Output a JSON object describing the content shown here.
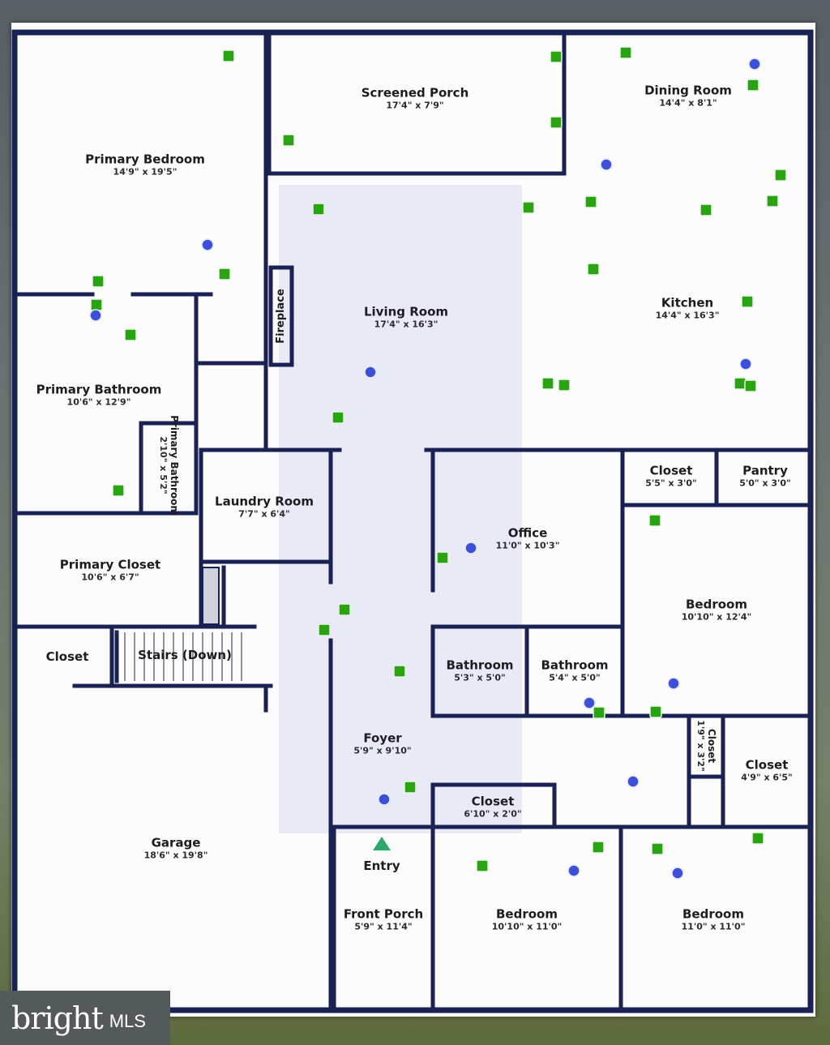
{
  "rooms": [
    {
      "id": "primary-bedroom",
      "name": "Primary Bedroom",
      "dims": "14'9\" x 19'5\""
    },
    {
      "id": "screened-porch",
      "name": "Screened Porch",
      "dims": "17'4\" x 7'9\""
    },
    {
      "id": "dining-room",
      "name": "Dining Room",
      "dims": "14'4\" x 8'1\""
    },
    {
      "id": "living-room",
      "name": "Living Room",
      "dims": "17'4\" x 16'3\""
    },
    {
      "id": "kitchen",
      "name": "Kitchen",
      "dims": "14'4\" x 16'3\""
    },
    {
      "id": "fireplace",
      "name": "Fireplace",
      "dims": ""
    },
    {
      "id": "primary-bathroom",
      "name": "Primary Bathroom",
      "dims": "10'6\" x 12'9\""
    },
    {
      "id": "primary-bathroom-small",
      "name": "Primary Bathroom",
      "dims": "2'10\" x 5'2\""
    },
    {
      "id": "laundry-room",
      "name": "Laundry Room",
      "dims": "7'7\" x 6'4\""
    },
    {
      "id": "closet-1",
      "name": "Closet",
      "dims": "5'5\" x 3'0\""
    },
    {
      "id": "pantry",
      "name": "Pantry",
      "dims": "5'0\" x 3'0\""
    },
    {
      "id": "office",
      "name": "Office",
      "dims": "11'0\" x 10'3\""
    },
    {
      "id": "primary-closet",
      "name": "Primary Closet",
      "dims": "10'6\" x 6'7\""
    },
    {
      "id": "bedroom-east",
      "name": "Bedroom",
      "dims": "10'10\" x 12'4\""
    },
    {
      "id": "closet-west",
      "name": "Closet",
      "dims": ""
    },
    {
      "id": "stairs",
      "name": "Stairs (Down)",
      "dims": ""
    },
    {
      "id": "bathroom-1",
      "name": "Bathroom",
      "dims": "5'3\" x 5'0\""
    },
    {
      "id": "bathroom-2",
      "name": "Bathroom",
      "dims": "5'4\" x 5'0\""
    },
    {
      "id": "closet-hall",
      "name": "Closet",
      "dims": "1'9\" x 3'2\""
    },
    {
      "id": "foyer",
      "name": "Foyer",
      "dims": "5'9\" x 9'10\""
    },
    {
      "id": "closet-east",
      "name": "Closet",
      "dims": "4'9\" x 6'5\""
    },
    {
      "id": "closet-south",
      "name": "Closet",
      "dims": "6'10\" x 2'0\""
    },
    {
      "id": "garage",
      "name": "Garage",
      "dims": "18'6\" x 19'8\""
    },
    {
      "id": "entry",
      "name": "Entry",
      "dims": ""
    },
    {
      "id": "front-porch",
      "name": "Front Porch",
      "dims": "5'9\" x 11'4\""
    },
    {
      "id": "bedroom-south",
      "name": "Bedroom",
      "dims": "10'10\" x 11'0\""
    },
    {
      "id": "bedroom-southeast",
      "name": "Bedroom",
      "dims": "11'0\" x 11'0\""
    }
  ],
  "colors": {
    "wall": "#1a2153",
    "green_marker": "#2aa313",
    "blue_marker": "#3c4fd9",
    "entry_marker": "#2fa86a"
  },
  "logo": {
    "word": "bright",
    "suffix": "MLS"
  }
}
